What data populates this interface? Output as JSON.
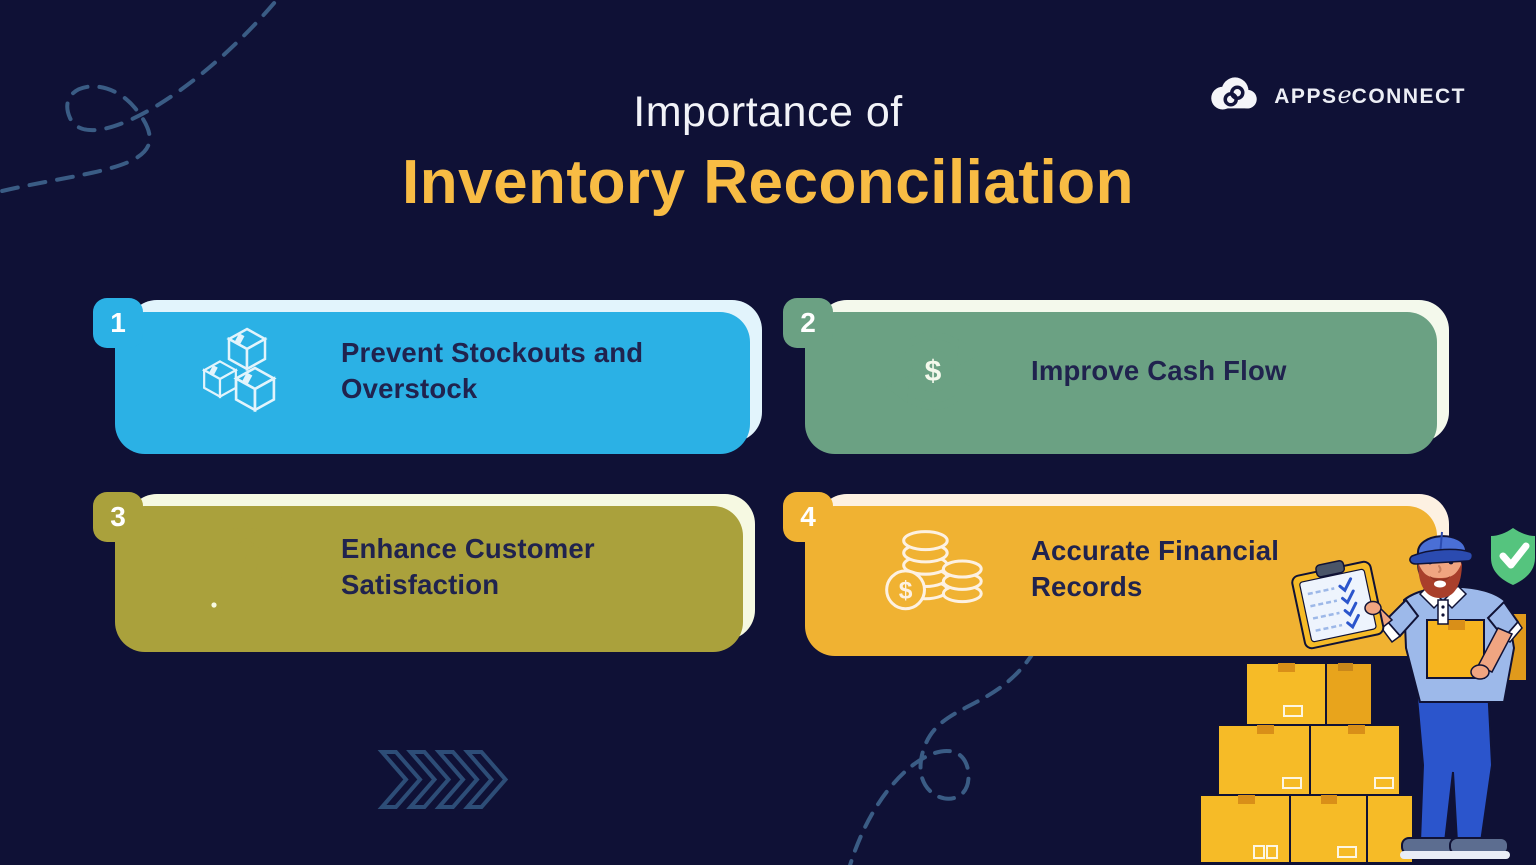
{
  "background_color": "#0f1136",
  "logo": {
    "icon": "cloud-link-icon",
    "brand_part1": "APPS",
    "brand_part2": "e",
    "brand_part3": "CONNECT"
  },
  "title": {
    "line1": "Importance of",
    "line2": "Inventory Reconciliation",
    "accent_color": "#f8bc44"
  },
  "cards": [
    {
      "number": "1",
      "label": "Prevent Stockouts and Overstock",
      "accent": "#2bb1e5",
      "bg": "#e2f4fc",
      "icon": "stacked-boxes-icon"
    },
    {
      "number": "2",
      "label": "Improve Cash Flow",
      "accent": "#6ba183",
      "bg": "#f4f9ec",
      "icon": "cash-flow-cycle-icon"
    },
    {
      "number": "3",
      "label": "Enhance Customer Satisfaction",
      "accent": "#aaa13c",
      "bg": "#f6f9e2",
      "icon": "thumbs-up-stars-icon"
    },
    {
      "number": "4",
      "label": "Accurate Financial Records",
      "accent": "#f0b232",
      "bg": "#fdf1e2",
      "icon": "coin-stacks-icon"
    }
  ],
  "decor": {
    "dash_color": "#3a5c85",
    "chevron_color": "#2d4d77",
    "chevron_count": 4,
    "illustration_elements": [
      "delivery-person",
      "cardboard-box-stack",
      "checklist-clipboard",
      "green-shield-check-icon"
    ]
  }
}
